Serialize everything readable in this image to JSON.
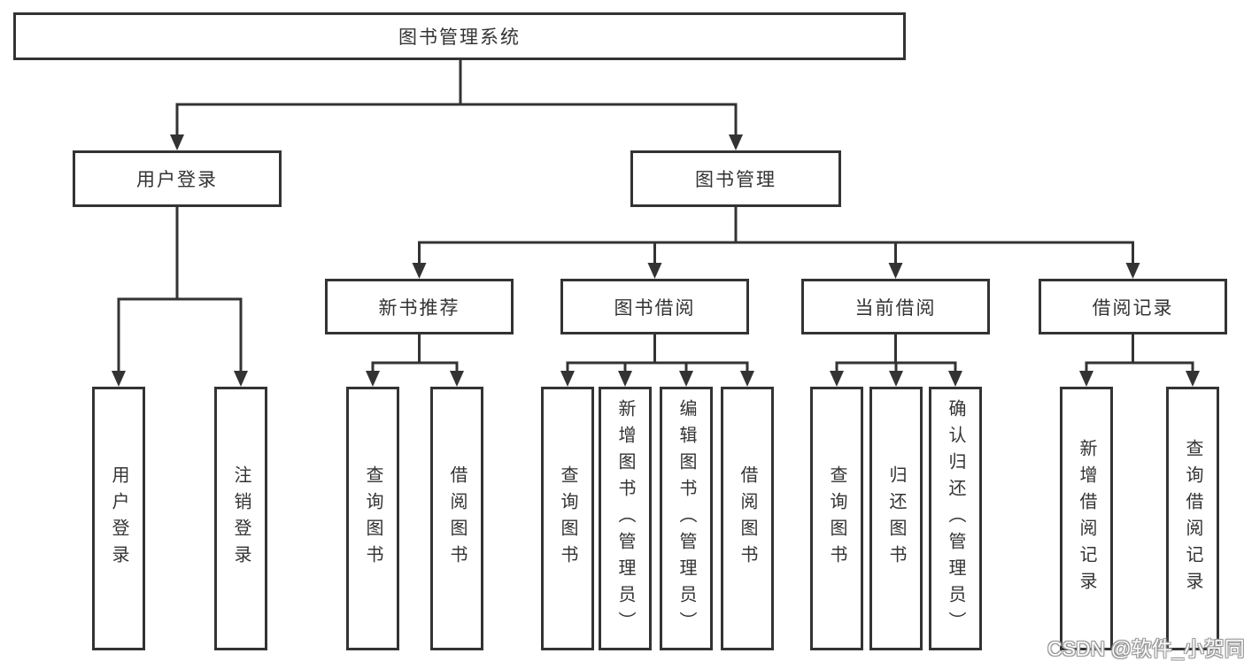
{
  "tree": {
    "root": "图书管理系统",
    "user_login": {
      "label": "用户登录",
      "children": [
        "用户登录",
        "注销登录"
      ]
    },
    "book_mgmt": {
      "label": "图书管理",
      "groups": {
        "new_books": {
          "label": "新书推荐",
          "children": [
            "查询图书",
            "借阅图书"
          ]
        },
        "book_borrow": {
          "label": "图书借阅",
          "children": [
            "查询图书",
            "新增图书（管理员）",
            "编辑图书（管理员）",
            "借阅图书"
          ]
        },
        "current_borrow": {
          "label": "当前借阅",
          "children": [
            "查询图书",
            "归还图书",
            "确认归还（管理员）"
          ]
        },
        "borrow_records": {
          "label": "借阅记录",
          "children": [
            "新增借阅记录",
            "查询借阅记录"
          ]
        }
      }
    }
  },
  "watermark": "CSDN @软件_小贺同学",
  "colors": {
    "line": "#333333",
    "text": "#333333",
    "background": "#ffffff"
  }
}
